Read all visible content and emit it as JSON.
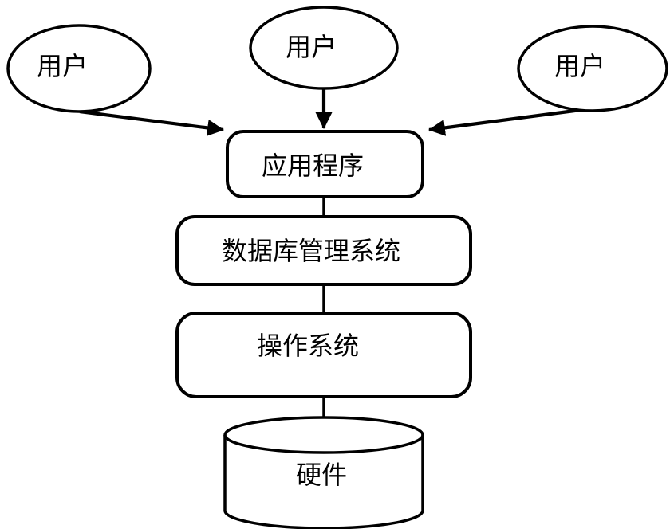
{
  "diagram": {
    "type": "layered-architecture",
    "background_color": "#ffffff",
    "stroke_color": "#000000",
    "nodes": {
      "user_left": {
        "label": "用户",
        "shape": "ellipse"
      },
      "user_center": {
        "label": "用户",
        "shape": "ellipse"
      },
      "user_right": {
        "label": "用户",
        "shape": "ellipse"
      },
      "application": {
        "label": "应用程序",
        "shape": "rounded-rectangle"
      },
      "dbms": {
        "label": "数据库管理系统",
        "shape": "rounded-rectangle"
      },
      "os": {
        "label": "操作系统",
        "shape": "rounded-rectangle"
      },
      "hardware": {
        "label": "硬件",
        "shape": "cylinder"
      }
    },
    "edges": [
      {
        "from": "user_left",
        "to": "application",
        "arrow": true
      },
      {
        "from": "user_center",
        "to": "application",
        "arrow": true
      },
      {
        "from": "user_right",
        "to": "application",
        "arrow": true
      },
      {
        "from": "application",
        "to": "dbms",
        "arrow": false
      },
      {
        "from": "dbms",
        "to": "os",
        "arrow": false
      },
      {
        "from": "os",
        "to": "hardware",
        "arrow": false
      }
    ]
  }
}
